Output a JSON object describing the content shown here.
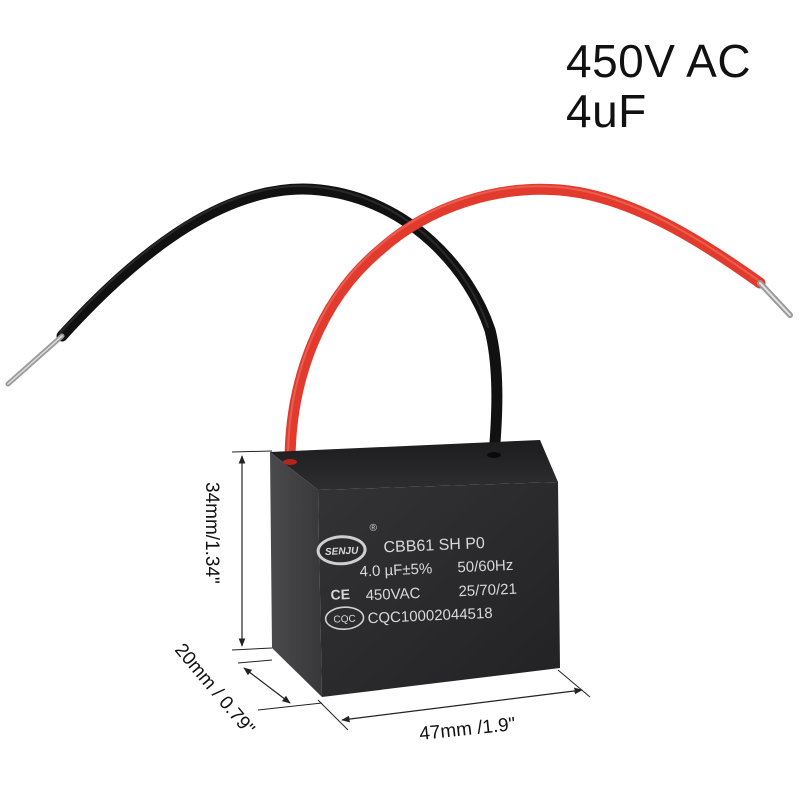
{
  "spec": {
    "voltage": "450V AC",
    "capacitance": "4uF"
  },
  "capacitor": {
    "brand": "SENJU",
    "registered_mark": "®",
    "model": "CBB61 SH P0",
    "capacitance_tolerance": "4.0 µF±5%",
    "frequency": "50/60Hz",
    "voltage_rating": "450VAC",
    "climatic_category": "25/70/21",
    "certification_code": "CQC10002044518",
    "ce_mark": "CE",
    "cqc_mark": "CQC",
    "body_color": "#2b2b2d",
    "marking_color": "#d8d8d8"
  },
  "wires": {
    "black": {
      "color": "#111111"
    },
    "red": {
      "color": "#e23b2e"
    }
  },
  "dimensions": {
    "height": "34mm/1.34\"",
    "depth": "20mm / 0.79\"",
    "width": "47mm /1.9\""
  }
}
